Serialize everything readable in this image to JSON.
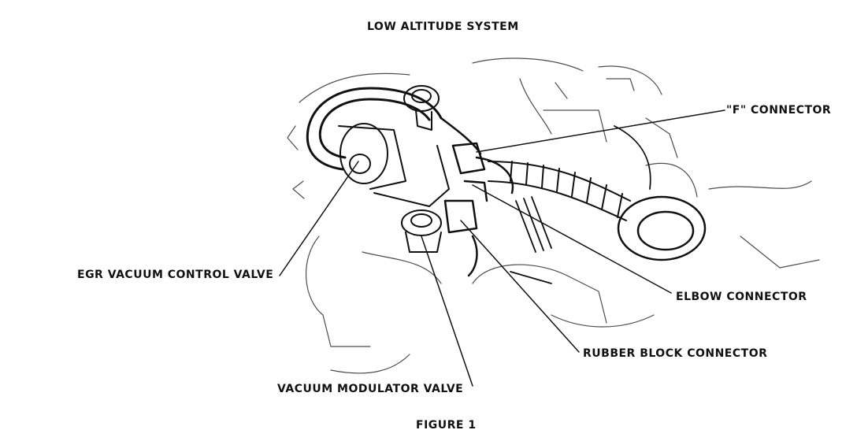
{
  "title": "LOW ALTITUDE SYSTEM",
  "figure_caption": "FIGURE 1",
  "callouts": {
    "f_connector": "\"F\" CONNECTOR",
    "egr_valve": "EGR VACUUM CONTROL VALVE",
    "elbow_connector": "ELBOW CONNECTOR",
    "rubber_block": "RUBBER BLOCK CONNECTOR",
    "vacuum_modulator": "VACUUM MODULATOR VALVE"
  },
  "colors": {
    "ink": "#111111",
    "paper": "#ffffff",
    "shade": "#2a2a2a"
  }
}
